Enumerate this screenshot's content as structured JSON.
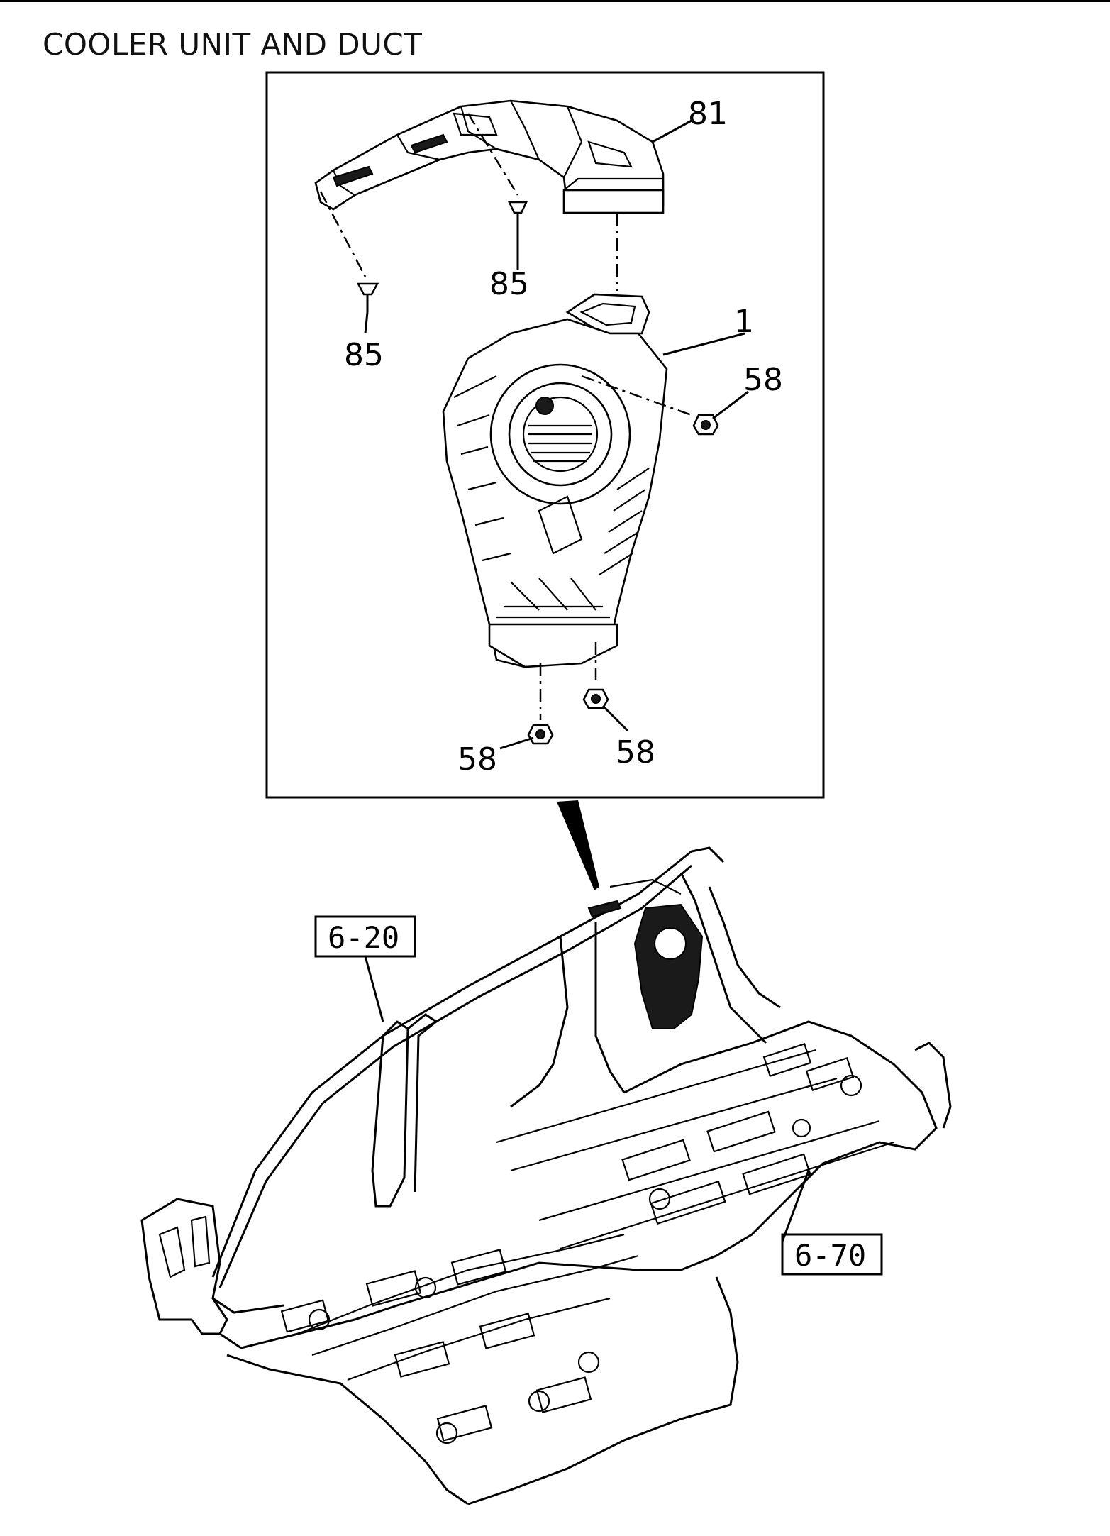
{
  "title": "COOLER UNIT AND DUCT",
  "callouts": [
    {
      "id": "duct",
      "label": "81"
    },
    {
      "id": "screw-right",
      "label": "85"
    },
    {
      "id": "screw-left",
      "label": "85"
    },
    {
      "id": "cooler-unit",
      "label": "1"
    },
    {
      "id": "nut-right",
      "label": "58"
    },
    {
      "id": "nut-bottom-left",
      "label": "58"
    },
    {
      "id": "nut-bottom-right",
      "label": "58"
    }
  ],
  "references": [
    {
      "id": "body-ref",
      "label": "6-20"
    },
    {
      "id": "floor-ref",
      "label": "6-70"
    }
  ]
}
